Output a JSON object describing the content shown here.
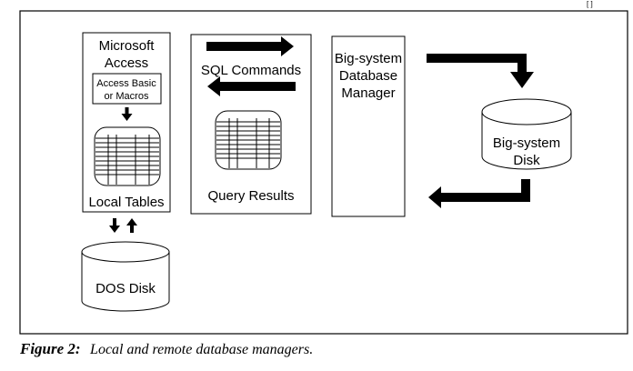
{
  "page_marker": "[ ]",
  "diagram": {
    "access_box": {
      "title_line1": "Microsoft",
      "title_line2": "Access",
      "inner_box_line1": "Access Basic",
      "inner_box_line2": "or Macros",
      "table_label": "Local Tables"
    },
    "sql_box": {
      "commands_label": "SQL Commands",
      "results_label": "Query Results"
    },
    "bigsystem_box": {
      "line1": "Big-system",
      "line2": "Database",
      "line3": "Manager"
    },
    "bigsystem_disk": {
      "line1": "Big-system",
      "line2": "Disk"
    },
    "dos_disk": {
      "label": "DOS Disk"
    }
  },
  "caption": {
    "figure_label": "Figure 2:",
    "text": "Local and remote database managers."
  }
}
